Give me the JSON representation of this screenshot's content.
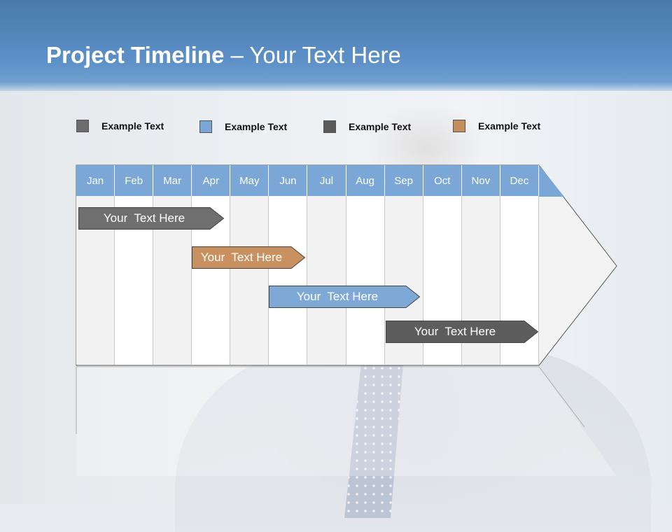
{
  "slide": {
    "title_bold": "Project Timeline",
    "title_rest": " – Your Text Here"
  },
  "legend": [
    {
      "label": "Example Text",
      "color": "#6d6d6d"
    },
    {
      "label": "Example Text",
      "color": "#7ba7d4"
    },
    {
      "label": "Example Text",
      "color": "#5a5a5a"
    },
    {
      "label": "Example Text",
      "color": "#c58e5c"
    }
  ],
  "months": [
    "Jan",
    "Feb",
    "Mar",
    "Apr",
    "May",
    "Jun",
    "Jul",
    "Aug",
    "Sep",
    "Oct",
    "Nov",
    "Dec"
  ],
  "tasks": [
    {
      "label": "Your  Text Here",
      "color": "#6f6f6f",
      "start_month": "Jan",
      "end_month": "Apr"
    },
    {
      "label": "Your  Text Here",
      "color": "#c8915f",
      "start_month": "Apr",
      "end_month": "Jun"
    },
    {
      "label": "Your  Text Here",
      "color": "#7ea9d6",
      "start_month": "Jun",
      "end_month": "Sep"
    },
    {
      "label": "Your  Text Here",
      "color": "#5d5d5d",
      "start_month": "Sep",
      "end_month": "Dec"
    }
  ],
  "colors": {
    "header": "#5b8fc6",
    "month_header": "#7aa7d5",
    "column_light": "#f2f2f2",
    "column_white": "#ffffff"
  }
}
